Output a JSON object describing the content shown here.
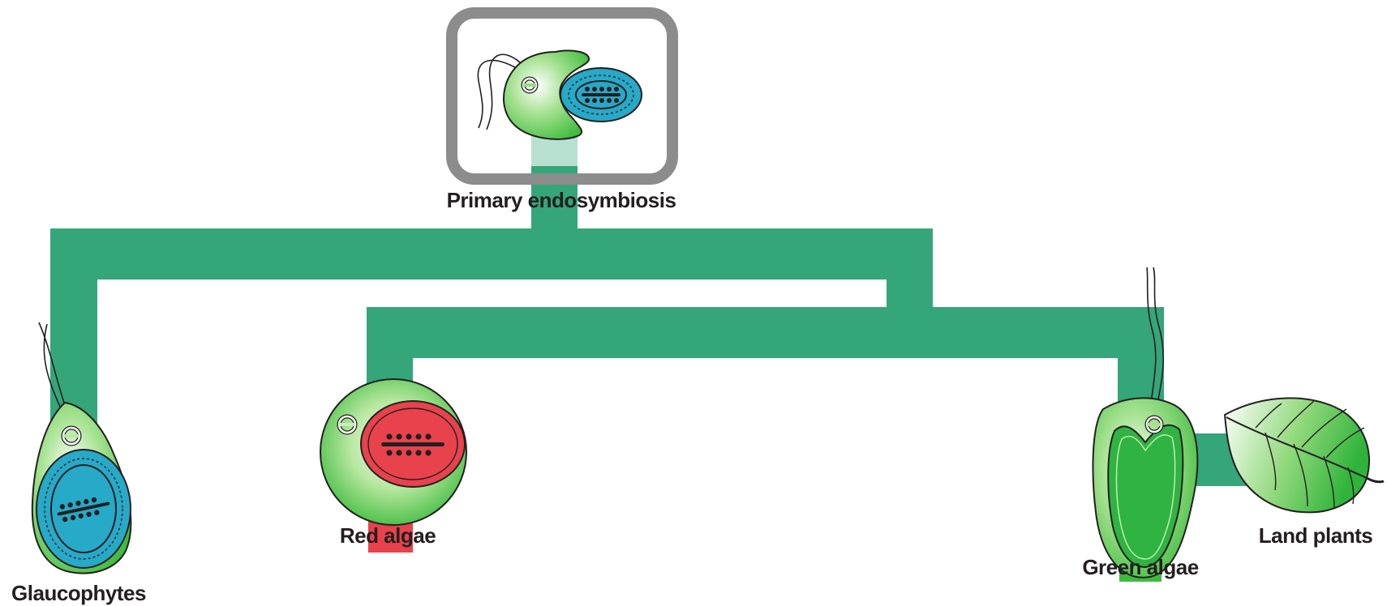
{
  "title": "Primary endosymbiosis",
  "groups": {
    "glaucophytes": {
      "label": "Glaucophytes"
    },
    "red_algae": {
      "label": "Red algae"
    },
    "green_algae": {
      "label": "Green algae"
    },
    "land_plants": {
      "label": "Land plants"
    }
  },
  "colors": {
    "branch": "#35a57a",
    "cell_green": "#3dbb3d",
    "cell_light": "#e9f8e3",
    "glaucophyte_plastid": "#27a9c8",
    "red_plastid": "#e8424c",
    "frame": "#8c8c8c"
  },
  "icons": [
    "endosymbiont-cell-icon",
    "glaucophyte-cell-icon",
    "red-alga-cell-icon",
    "green-alga-cell-icon",
    "leaf-icon"
  ]
}
